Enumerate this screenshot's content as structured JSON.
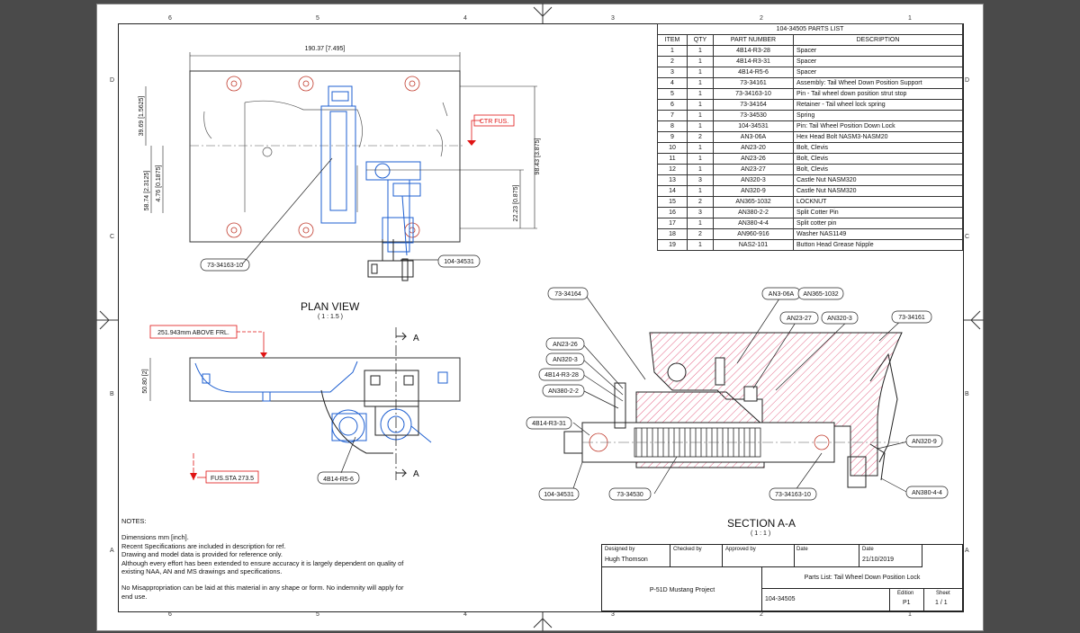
{
  "zones": {
    "top": [
      "6",
      "5",
      "4",
      "3",
      "2",
      "1"
    ],
    "bottom": [
      "6",
      "5",
      "4",
      "3",
      "2",
      "1"
    ],
    "left": [
      "D",
      "C",
      "B",
      "A"
    ],
    "right": [
      "D",
      "C",
      "B",
      "A"
    ]
  },
  "parts_list": {
    "title": "104-34505 PARTS LIST",
    "headers": [
      "ITEM",
      "QTY",
      "PART NUMBER",
      "DESCRIPTION"
    ],
    "rows": [
      [
        "1",
        "1",
        "4B14-R3-28",
        "Spacer"
      ],
      [
        "2",
        "1",
        "4B14-R3-31",
        "Spacer"
      ],
      [
        "3",
        "1",
        "4B14-R5-6",
        "Spacer"
      ],
      [
        "4",
        "1",
        "73-34161",
        "Assembly: Tail Wheel Down Position Support"
      ],
      [
        "5",
        "1",
        "73-34163-10",
        "Pin - Tail wheel down position strut stop"
      ],
      [
        "6",
        "1",
        "73-34164",
        "Retainer - Tail wheel lock spring"
      ],
      [
        "7",
        "1",
        "73-34530",
        "Spring"
      ],
      [
        "8",
        "1",
        "104-34531",
        "Pin: Tail Wheel Position Down Lock"
      ],
      [
        "9",
        "2",
        "AN3-06A",
        "Hex Head Bolt NASM3-NASM20"
      ],
      [
        "10",
        "1",
        "AN23-20",
        "Bolt, Clevis"
      ],
      [
        "11",
        "1",
        "AN23-26",
        "Bolt, Clevis"
      ],
      [
        "12",
        "1",
        "AN23-27",
        "Bolt, Clevis"
      ],
      [
        "13",
        "3",
        "AN320-3",
        "Castle Nut NASM320"
      ],
      [
        "14",
        "1",
        "AN320-9",
        "Castle Nut NASM320"
      ],
      [
        "15",
        "2",
        "AN365-1032",
        "LOCKNUT"
      ],
      [
        "16",
        "3",
        "AN380-2-2",
        "Split Cotter Pin"
      ],
      [
        "17",
        "1",
        "AN380-4-4",
        "Split cotter pin"
      ],
      [
        "18",
        "2",
        "AN960-916",
        "Washer NAS1149"
      ],
      [
        "19",
        "1",
        "NAS2-101",
        "Button Head Grease Nipple"
      ]
    ]
  },
  "plan_view": {
    "title": "PLAN VIEW",
    "scale": "( 1 : 1.5 )",
    "dims": {
      "width": "190.37 [7.495]",
      "d1": "39.69 [1.5625]",
      "d2": "58.74 [2.3125]",
      "d3": "4.76 [0.1875]",
      "d4": "98.43 [3.875]",
      "d5": "22.23 [0.875]",
      "ctr": "CTR FUS."
    },
    "callouts": {
      "c1": "73-34163-10",
      "c2": "104-34531"
    }
  },
  "side_view": {
    "height_label": "251.943mm ABOVE FRL.",
    "dim": "50.80 [2]",
    "station": "FUS.STA 273.5",
    "section_mark": "A",
    "callout": "4B14-R5-6"
  },
  "section_view": {
    "title": "SECTION A-A",
    "scale": "( 1 : 1 )",
    "callouts": {
      "c1": "73-34164",
      "c2": "AN3-06A",
      "c3": "AN365-1032",
      "c4": "AN23-27",
      "c5": "AN320-3",
      "c6": "73-34161",
      "c7": "AN23-26",
      "c8": "AN320-3",
      "c9": "4B14-R3-28",
      "c10": "AN380-2-2",
      "c11": "4B14-R3-31",
      "c12": "AN320-9",
      "c13": "104-34531",
      "c14": "73-34530",
      "c15": "73-34163-10",
      "c16": "AN380-4-4"
    }
  },
  "notes": {
    "heading": "NOTES:",
    "lines": [
      "Dimensions mm [inch].",
      "Recent Specifications are included in description for ref.",
      "Drawing and model data is provided for reference only.",
      "Although every effort has been extended to ensure accuracy it is largely dependent on quality of",
      "existing NAA, AN and MS drawings and specifications.",
      "No Misappropriation can be laid at this material in any shape or form. No indemnity will apply for",
      "end use."
    ]
  },
  "title_block": {
    "designed_by_label": "Designed by",
    "designed_by": "Hugh Thomson",
    "checked_by_label": "Checked by",
    "approved_by_label": "Approved by",
    "date_label": "Date",
    "date2_label": "Date",
    "date": "21/10/2019",
    "project": "P-51D Mustang Project",
    "title": "Parts List: Tail Wheel Down Position Lock",
    "doc_number": "104-34505",
    "edition_label": "Edition",
    "edition": "P1",
    "sheet_label": "Sheet",
    "sheet": "1 / 1"
  },
  "colors": {
    "outline": "#222222",
    "blue_part": "#1e5fd0",
    "red_annotation": "#e01414",
    "section_hatch": "#e56a8a"
  }
}
